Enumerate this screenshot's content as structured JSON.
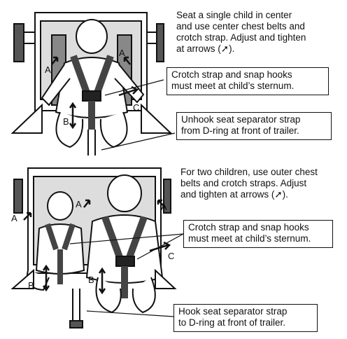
{
  "top": {
    "instruction": "Seat a single child in center\nand use center chest belts and\ncrotch strap. Adjust and tighten\nat arrows (➚).",
    "callout_sternum": "Crotch strap and snap hooks\nmust meet at child’s sternum.",
    "callout_unhook": "Unhook seat separator strap\nfrom D-ring at front of trailer.",
    "labels": {
      "a_left": "A",
      "a_right": "A",
      "b": "B",
      "c": "C"
    }
  },
  "bottom": {
    "instruction": "For two children, use outer chest\nbelts and crotch straps. Adjust\nand tighten at arrows (➚).",
    "callout_sternum": "Crotch strap and snap hooks\nmust meet at child’s sternum.",
    "callout_hook": "Hook seat separator strap\nto D-ring at front of trailer.",
    "labels": {
      "a_left": "A",
      "a_mid": "A",
      "a_right": "A",
      "b_left": "B",
      "b_right": "B",
      "c": "C"
    }
  }
}
